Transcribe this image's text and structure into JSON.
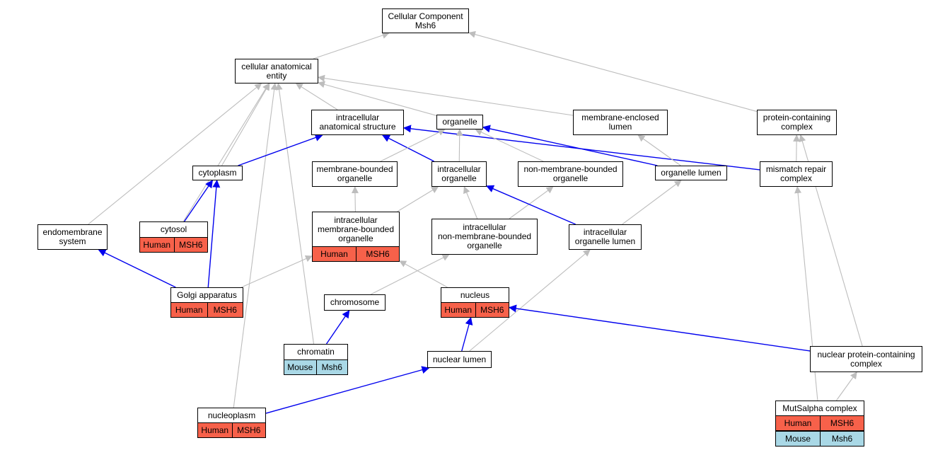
{
  "title": "Cellular Component\nMsh6",
  "colors": {
    "is_a_edge": "#bdbdbd",
    "part_of_edge": "#0000ee",
    "human_tag": "#f7614a",
    "mouse_tag": "#a9d8e6"
  },
  "nodes": {
    "root": {
      "label": "Cellular Component\nMsh6"
    },
    "cae": {
      "label": "cellular anatomical\nentity"
    },
    "ias": {
      "label": "intracellular\nanatomical structure"
    },
    "organelle": {
      "label": "organelle"
    },
    "mel": {
      "label": "membrane-enclosed\nlumen"
    },
    "pcc": {
      "label": "protein-containing\ncomplex"
    },
    "cytoplasm": {
      "label": "cytoplasm"
    },
    "mbo": {
      "label": "membrane-bounded\norganelle"
    },
    "io": {
      "label": "intracellular\norganelle"
    },
    "nmbo": {
      "label": "non-membrane-bounded\norganelle"
    },
    "ol": {
      "label": "organelle lumen"
    },
    "mrc": {
      "label": "mismatch repair\ncomplex"
    },
    "es": {
      "label": "endomembrane\nsystem"
    },
    "cytosol": {
      "label": "cytosol",
      "tags": [
        [
          "Human",
          "MSH6"
        ]
      ]
    },
    "imbo": {
      "label": "intracellular\nmembrane-bounded\norganelle",
      "tags": [
        [
          "Human",
          "MSH6"
        ]
      ]
    },
    "inmbo": {
      "label": "intracellular\nnon-membrane-bounded\norganelle"
    },
    "iol": {
      "label": "intracellular\norganelle lumen"
    },
    "golgi": {
      "label": "Golgi apparatus",
      "tags": [
        [
          "Human",
          "MSH6"
        ]
      ]
    },
    "chromosome": {
      "label": "chromosome"
    },
    "nucleus": {
      "label": "nucleus",
      "tags": [
        [
          "Human",
          "MSH6"
        ]
      ]
    },
    "chromatin": {
      "label": "chromatin",
      "tags": [
        [
          "Mouse",
          "Msh6"
        ]
      ]
    },
    "nlumen": {
      "label": "nuclear lumen"
    },
    "npcc": {
      "label": "nuclear protein-containing\ncomplex"
    },
    "nucleoplasm": {
      "label": "nucleoplasm",
      "tags": [
        [
          "Human",
          "MSH6"
        ]
      ]
    },
    "mutsalpha": {
      "label": "MutSalpha complex",
      "tags": [
        [
          "Human",
          "MSH6"
        ],
        [
          "Mouse",
          "Msh6"
        ]
      ]
    }
  },
  "edges": [
    {
      "from": "cae",
      "to": "root",
      "type": "is_a"
    },
    {
      "from": "pcc",
      "to": "root",
      "type": "is_a"
    },
    {
      "from": "ias",
      "to": "cae",
      "type": "is_a"
    },
    {
      "from": "organelle",
      "to": "cae",
      "type": "is_a"
    },
    {
      "from": "mel",
      "to": "cae",
      "type": "is_a"
    },
    {
      "from": "cytoplasm",
      "to": "cae",
      "type": "is_a"
    },
    {
      "from": "cytosol",
      "to": "cae",
      "type": "is_a"
    },
    {
      "from": "es",
      "to": "cae",
      "type": "is_a"
    },
    {
      "from": "chromatin",
      "to": "cae",
      "type": "is_a"
    },
    {
      "from": "nucleoplasm",
      "to": "cae",
      "type": "is_a"
    },
    {
      "from": "cytoplasm",
      "to": "ias",
      "type": "part_of"
    },
    {
      "from": "io",
      "to": "ias",
      "type": "part_of"
    },
    {
      "from": "mrc",
      "to": "ias",
      "type": "part_of"
    },
    {
      "from": "mbo",
      "to": "organelle",
      "type": "is_a"
    },
    {
      "from": "io",
      "to": "organelle",
      "type": "is_a"
    },
    {
      "from": "nmbo",
      "to": "organelle",
      "type": "is_a"
    },
    {
      "from": "ol",
      "to": "organelle",
      "type": "part_of"
    },
    {
      "from": "ol",
      "to": "mel",
      "type": "is_a"
    },
    {
      "from": "mrc",
      "to": "pcc",
      "type": "is_a"
    },
    {
      "from": "cytosol",
      "to": "cytoplasm",
      "type": "part_of"
    },
    {
      "from": "golgi",
      "to": "cytoplasm",
      "type": "part_of"
    },
    {
      "from": "golgi",
      "to": "es",
      "type": "part_of"
    },
    {
      "from": "imbo",
      "to": "mbo",
      "type": "is_a"
    },
    {
      "from": "imbo",
      "to": "io",
      "type": "is_a"
    },
    {
      "from": "inmbo",
      "to": "io",
      "type": "is_a"
    },
    {
      "from": "inmbo",
      "to": "nmbo",
      "type": "is_a"
    },
    {
      "from": "iol",
      "to": "io",
      "type": "part_of"
    },
    {
      "from": "iol",
      "to": "ol",
      "type": "is_a"
    },
    {
      "from": "golgi",
      "to": "imbo",
      "type": "is_a"
    },
    {
      "from": "nucleus",
      "to": "imbo",
      "type": "is_a"
    },
    {
      "from": "chromosome",
      "to": "inmbo",
      "type": "is_a"
    },
    {
      "from": "nlumen",
      "to": "iol",
      "type": "is_a"
    },
    {
      "from": "chromatin",
      "to": "chromosome",
      "type": "part_of"
    },
    {
      "from": "nlumen",
      "to": "nucleus",
      "type": "part_of"
    },
    {
      "from": "npcc",
      "to": "nucleus",
      "type": "part_of"
    },
    {
      "from": "npcc",
      "to": "pcc",
      "type": "is_a"
    },
    {
      "from": "nucleoplasm",
      "to": "nlumen",
      "type": "part_of"
    },
    {
      "from": "mutsalpha",
      "to": "mrc",
      "type": "is_a"
    },
    {
      "from": "mutsalpha",
      "to": "npcc",
      "type": "is_a"
    }
  ]
}
